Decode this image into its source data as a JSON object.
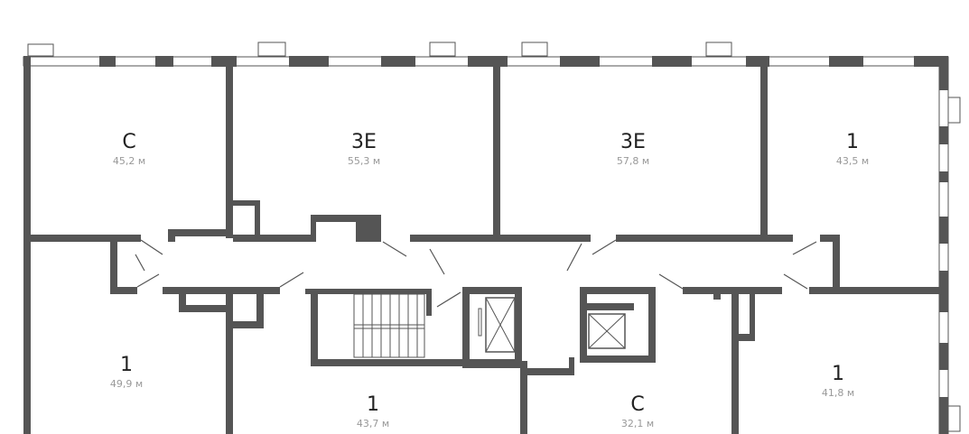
{
  "apartments": [
    {
      "type": "С",
      "area": "45,2 м"
    },
    {
      "type": "3Е",
      "area": "55,3 м"
    },
    {
      "type": "3Е",
      "area": "57,8 м"
    },
    {
      "type": "1",
      "area": "43,5 м"
    },
    {
      "type": "1",
      "area": "49,9 м"
    },
    {
      "type": "1",
      "area": "43,7 м"
    },
    {
      "type": "С",
      "area": "32,1 м"
    },
    {
      "type": "1",
      "area": "41,8 м"
    }
  ],
  "colors": {
    "wall": "#555555",
    "label": "#222222",
    "area": "#999999"
  }
}
